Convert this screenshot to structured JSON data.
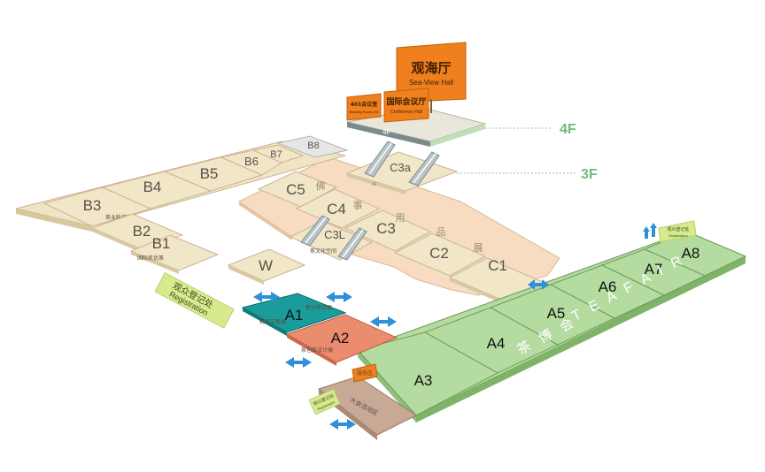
{
  "floors": {
    "f4": "4F",
    "f3": "3F",
    "f4_plate": "4F",
    "f3_plate": "3F"
  },
  "signs": {
    "sea_view_cn": "观海厅",
    "sea_view_en": "Sea-View Hall",
    "conference_cn": "国际会议厅",
    "conference_en": "Conference Hall",
    "room401_cn": "401会议室",
    "room401_en": "Meeting Room 401"
  },
  "halls": {
    "A1": "A1",
    "A2": "A2",
    "A3": "A3",
    "A4": "A4",
    "A5": "A5",
    "A6": "A6",
    "A7": "A7",
    "A8": "A8",
    "B1": "B1",
    "B2": "B2",
    "B3": "B3",
    "B4": "B4",
    "B5": "B5",
    "B6": "B6",
    "B7": "B7",
    "B8": "B8",
    "C1": "C1",
    "C2": "C2",
    "C3": "C3",
    "C3a": "C3a",
    "C3L": "C3L",
    "C4": "C4",
    "C5": "C5",
    "W": "W"
  },
  "sub_labels": {
    "a1": "新兴茶饮展",
    "a1b": "精品交易展",
    "a2": "茶包装设计展",
    "service": "服务区",
    "activity": "大会活动区",
    "b1": "国际名优茶",
    "b3": "茶业科技展",
    "c3l": "茶文化空间"
  },
  "vertical_text": [
    "佛",
    "事",
    "用",
    "品",
    "展"
  ],
  "tea_fair_cn": "茶 博 会",
  "tea_fair_en": "T E A  F A I R",
  "registration": {
    "main_cn": "观众登记处",
    "main_en": "Registration",
    "small_cn": "观众登记处",
    "small_en": "Registration"
  },
  "colors": {
    "green": "#b5dca0",
    "beige": "#f2e6c9",
    "peach": "#f7dcc2",
    "teal": "#1a9c9c",
    "salmon": "#ec8c6e",
    "orange": "#f0801e",
    "activity": "#c7a996",
    "blue_arrow": "#2f8fd8"
  }
}
